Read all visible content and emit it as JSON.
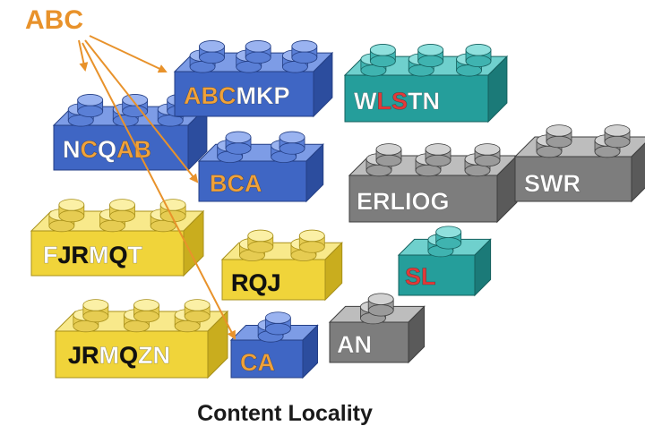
{
  "colors": {
    "blue": "#4a6fcf",
    "yellow": "#f2d83a",
    "teal": "#2aa6a3",
    "gray": "#8a8a8a",
    "orange": "#e8922b",
    "red": "#e23a3a"
  },
  "source_label": {
    "text": "ABC",
    "color": "#e8922b"
  },
  "caption": "Content Locality",
  "bricks": [
    {
      "id": "brick-ncqab",
      "color": "blue",
      "label": [
        {
          "t": "N",
          "c": "#ffffff"
        },
        {
          "t": "C",
          "c": "#f0a23a"
        },
        {
          "t": "Q",
          "c": "#ffffff"
        },
        {
          "t": "AB",
          "c": "#f0a23a"
        }
      ]
    },
    {
      "id": "brick-abcmkp",
      "color": "blue",
      "label": [
        {
          "t": "ABC",
          "c": "#f0a23a"
        },
        {
          "t": "MKP",
          "c": "#ffffff"
        }
      ]
    },
    {
      "id": "brick-bca",
      "color": "blue",
      "label": [
        {
          "t": "BCA",
          "c": "#f0a23a"
        }
      ]
    },
    {
      "id": "brick-ca",
      "color": "blue",
      "label": [
        {
          "t": "CA",
          "c": "#f0a23a"
        }
      ]
    },
    {
      "id": "brick-fjrmqt",
      "color": "yellow",
      "label": [
        {
          "t": "F",
          "c": "#ffffff"
        },
        {
          "t": "JR",
          "c": "#111111"
        },
        {
          "t": "M",
          "c": "#ffffff"
        },
        {
          "t": "Q",
          "c": "#111111"
        },
        {
          "t": "T",
          "c": "#ffffff"
        }
      ]
    },
    {
      "id": "brick-rqj",
      "color": "yellow",
      "label": [
        {
          "t": "RQJ",
          "c": "#111111"
        }
      ]
    },
    {
      "id": "brick-jrmqzn",
      "color": "yellow",
      "label": [
        {
          "t": "JR",
          "c": "#111111"
        },
        {
          "t": "M",
          "c": "#ffffff"
        },
        {
          "t": "Q",
          "c": "#111111"
        },
        {
          "t": "ZN",
          "c": "#ffffff"
        }
      ]
    },
    {
      "id": "brick-wlstn",
      "color": "teal",
      "label": [
        {
          "t": "W",
          "c": "#ffffff"
        },
        {
          "t": "LS",
          "c": "#e23a3a"
        },
        {
          "t": "TN",
          "c": "#ffffff"
        }
      ]
    },
    {
      "id": "brick-sl",
      "color": "teal",
      "label": [
        {
          "t": "SL",
          "c": "#e23a3a"
        }
      ]
    },
    {
      "id": "brick-erliog",
      "color": "gray",
      "label": [
        {
          "t": "ERLIOG",
          "c": "#ffffff"
        }
      ]
    },
    {
      "id": "brick-swr",
      "color": "gray",
      "label": [
        {
          "t": "SWR",
          "c": "#ffffff"
        }
      ]
    },
    {
      "id": "brick-an",
      "color": "gray",
      "label": [
        {
          "t": "AN",
          "c": "#ffffff"
        }
      ]
    }
  ],
  "arrows": [
    {
      "id": "arrow-to-ncqab",
      "to": "brick-ncqab"
    },
    {
      "id": "arrow-to-abcmkp",
      "to": "brick-abcmkp"
    },
    {
      "id": "arrow-to-bca",
      "to": "brick-bca"
    },
    {
      "id": "arrow-to-ca",
      "to": "brick-ca"
    }
  ]
}
